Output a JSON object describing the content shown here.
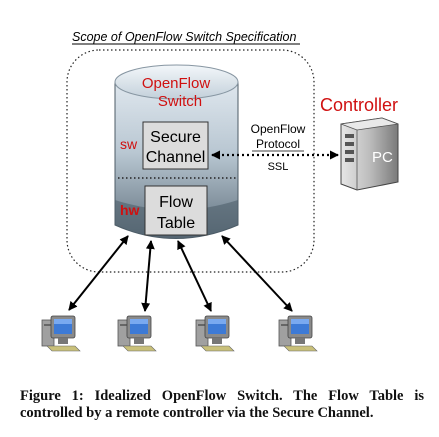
{
  "scope_label": "Scope of OpenFlow Switch Specification",
  "switch": {
    "title_line1": "OpenFlow",
    "title_line2": "Switch",
    "sw_tag": "sw",
    "hw_tag": "hw",
    "secure_channel_line1": "Secure",
    "secure_channel_line2": "Channel",
    "flow_table_line1": "Flow",
    "flow_table_line2": "Table"
  },
  "protocol": {
    "line1": "OpenFlow",
    "line2": "Protocol",
    "line3": "SSL"
  },
  "controller": {
    "label": "Controller",
    "pc_label": "PC"
  },
  "colors": {
    "red": "#d01010",
    "cylinder_top": "#c8d4de",
    "cylinder_body": "#6c7d8a",
    "box_fill": "#d9d9d9"
  },
  "hosts": [
    "host-pc-icon",
    "host-pc-icon",
    "host-pc-icon",
    "host-pc-icon"
  ],
  "caption": {
    "figure_label": "Figure 1:",
    "text": "Idealized OpenFlow Switch. The Flow Table is controlled by a remote controller via the Secure Channel."
  }
}
